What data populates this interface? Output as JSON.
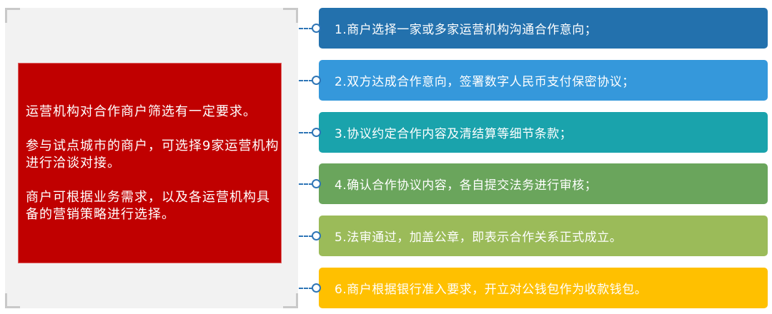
{
  "left_panel": {
    "paragraphs": [
      "运营机构对合作商户筛选有一定要求。",
      "参与试点城市的商户，可选择9家运营机构进行洽谈对接。",
      "商户可根据业务需求，以及各运营机构具备的营销策略进行选择。"
    ],
    "background_color": "#f2f2f2",
    "box_color": "#c00000"
  },
  "steps": [
    {
      "label": "1.商户选择一家或多家运营机构沟通合作意向；",
      "color": "#2371ad"
    },
    {
      "label": "2.双方达成合作意向，签署数字人民币支付保密协议；",
      "color": "#3598db"
    },
    {
      "label": "3.协议约定合作内容及清结算等细节条款；",
      "color": "#1aa3ac"
    },
    {
      "label": "4.确认合作协议内容，各自提交法务进行审核；",
      "color": "#6aa55c"
    },
    {
      "label": "5.法审通过，加盖公章，即表示合作关系正式成立。",
      "color": "#9bbb59"
    },
    {
      "label": "6.商户根据银行准入要求，开立对公钱包作为收款钱包。",
      "color": "#ffc000"
    }
  ],
  "connector_color": "#2e75b6"
}
